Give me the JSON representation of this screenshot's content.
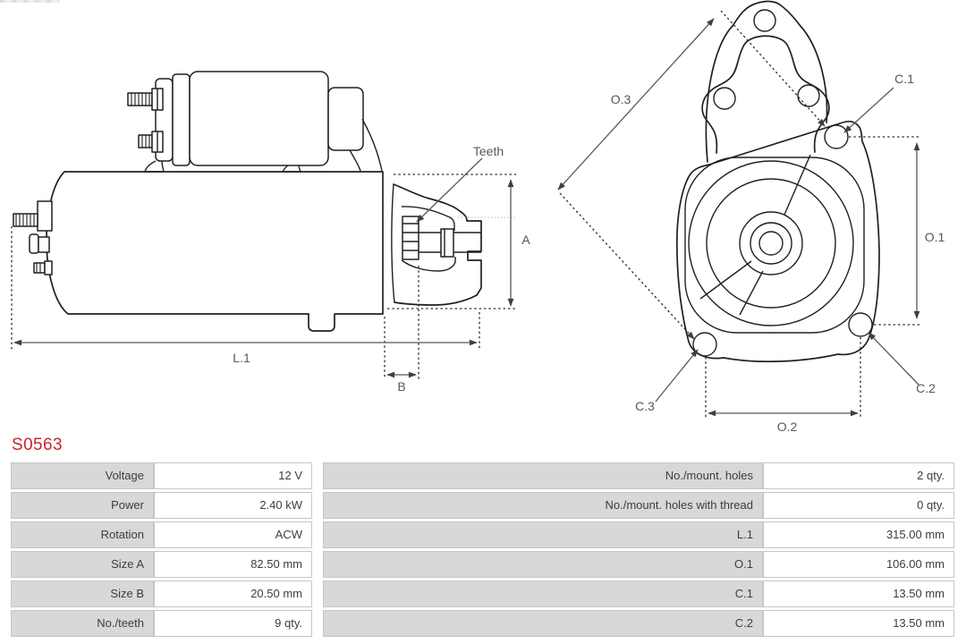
{
  "part_number": "S0563",
  "colors": {
    "part_number_red": "#c8242b",
    "outline_black": "#231f20",
    "dimension_gray": "#58585a",
    "table_label_bg": "#d8d8d8",
    "table_border": "#c6c6c6",
    "table_text": "#3d3d3d"
  },
  "side_view": {
    "teeth_label": "Teeth",
    "dim_a": "A",
    "dim_b": "B",
    "dim_l1": "L.1"
  },
  "front_view": {
    "dim_o1": "O.1",
    "dim_o2": "O.2",
    "dim_o3": "O.3",
    "dim_c1": "C.1",
    "dim_c2": "C.2",
    "dim_c3": "C.3"
  },
  "spec_table": {
    "left_rows": [
      {
        "label": "Voltage",
        "value": "12 V"
      },
      {
        "label": "Power",
        "value": "2.40 kW"
      },
      {
        "label": "Rotation",
        "value": "ACW"
      },
      {
        "label": "Size A",
        "value": "82.50 mm"
      },
      {
        "label": "Size B",
        "value": "20.50 mm"
      },
      {
        "label": "No./teeth",
        "value": "9 qty."
      }
    ],
    "right_rows": [
      {
        "label": "No./mount. holes",
        "value": "2 qty."
      },
      {
        "label": "No./mount. holes with thread",
        "value": "0 qty."
      },
      {
        "label": "L.1",
        "value": "315.00 mm"
      },
      {
        "label": "O.1",
        "value": "106.00 mm"
      },
      {
        "label": "C.1",
        "value": "13.50 mm"
      },
      {
        "label": "C.2",
        "value": "13.50 mm"
      }
    ]
  }
}
